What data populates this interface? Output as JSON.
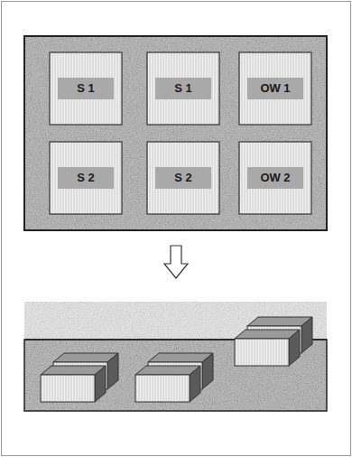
{
  "diagram": {
    "nodes": [
      {
        "text": [
          "S 1"
        ]
      },
      {
        "text": [
          "S 1"
        ]
      },
      {
        "text": [
          "OW 1"
        ]
      },
      {
        "text": [
          "S 2"
        ]
      },
      {
        "text": [
          "S 2"
        ]
      },
      {
        "text": [
          "OW 2"
        ]
      }
    ]
  }
}
